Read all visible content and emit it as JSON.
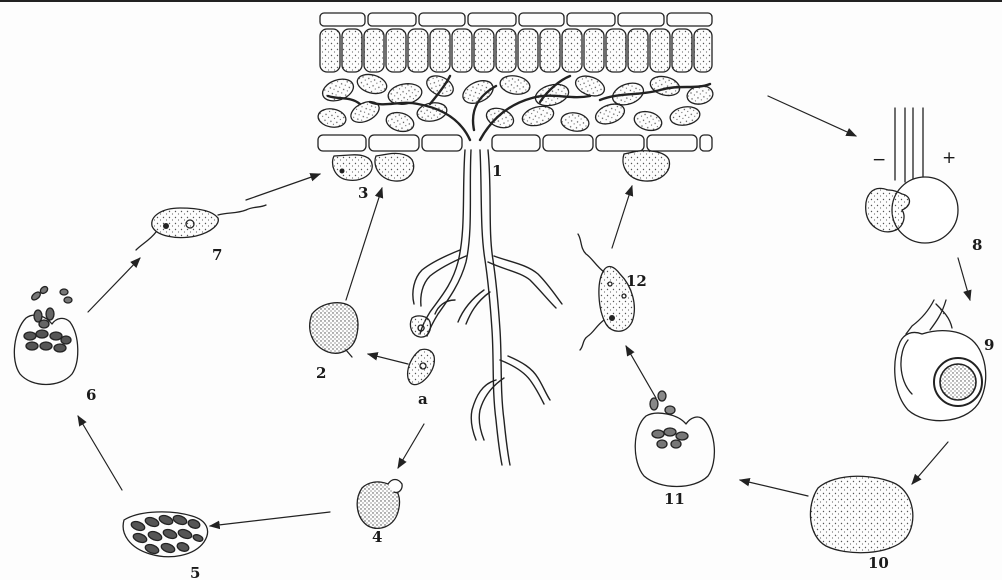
{
  "labels": {
    "l1": "1",
    "l2": "2",
    "l3": "3",
    "l4": "4",
    "l5": "5",
    "l6": "6",
    "l7": "7",
    "l8": "8",
    "l9": "9",
    "l10": "10",
    "l11": "11",
    "l12": "12",
    "la": "a"
  },
  "gametes": {
    "minus": "−",
    "plus": "+"
  },
  "colors": {
    "ink": "#222222",
    "background": "#fdfdfd"
  }
}
